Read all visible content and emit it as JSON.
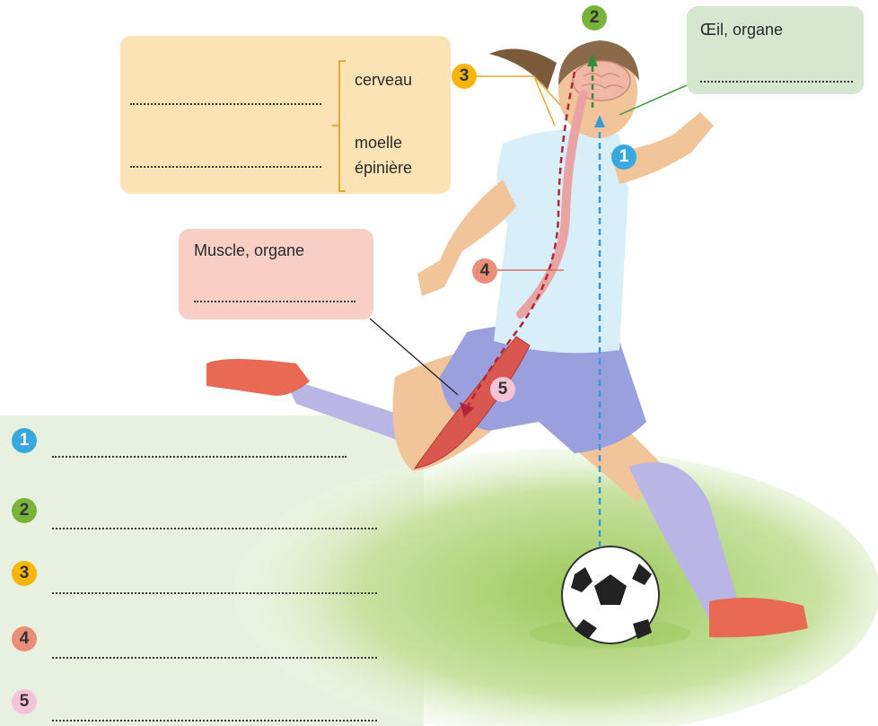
{
  "colors": {
    "eye_path": "#3a9ad6",
    "brain_path": "#2e8b3a",
    "nerve_path": "#b0263a",
    "badge_1": "#3aa8e0",
    "badge_2": "#78b33a",
    "badge_3": "#f5b50a",
    "badge_4": "#ea8e7a",
    "badge_5": "#f4c4d6"
  },
  "cns_box": {
    "brain_label": "cerveau",
    "cord_label_line1": "moelle",
    "cord_label_line2": "épinière"
  },
  "eye_box": {
    "label": "Œil, organe"
  },
  "muscle_box": {
    "label": "Muscle, organe"
  },
  "markers": {
    "eye": "1",
    "brain_top": "2",
    "cns": "3",
    "spinal": "4",
    "muscle": "5"
  },
  "answers": [
    {
      "number": "1"
    },
    {
      "number": "2"
    },
    {
      "number": "3"
    },
    {
      "number": "4"
    },
    {
      "number": "5"
    }
  ]
}
